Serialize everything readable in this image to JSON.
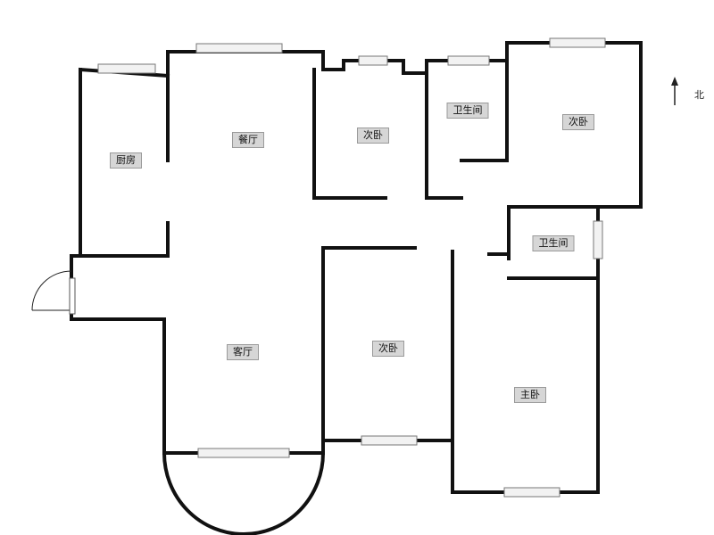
{
  "floor_plan": {
    "colors": {
      "wall": "#111111",
      "label_bg": "#d6d6d6",
      "window": "#f2f2f2"
    },
    "rooms": {
      "kitchen": "厨房",
      "dining": "餐厅",
      "living": "客厅",
      "secondary_bedroom_top": "次卧",
      "bathroom_top": "卫生间",
      "secondary_bedroom_top_right": "次卧",
      "bathroom_right": "卫生间",
      "secondary_bedroom_middle": "次卧",
      "master_bedroom": "主卧"
    },
    "compass": {
      "label": "北",
      "icon": "north-arrow-icon"
    }
  }
}
